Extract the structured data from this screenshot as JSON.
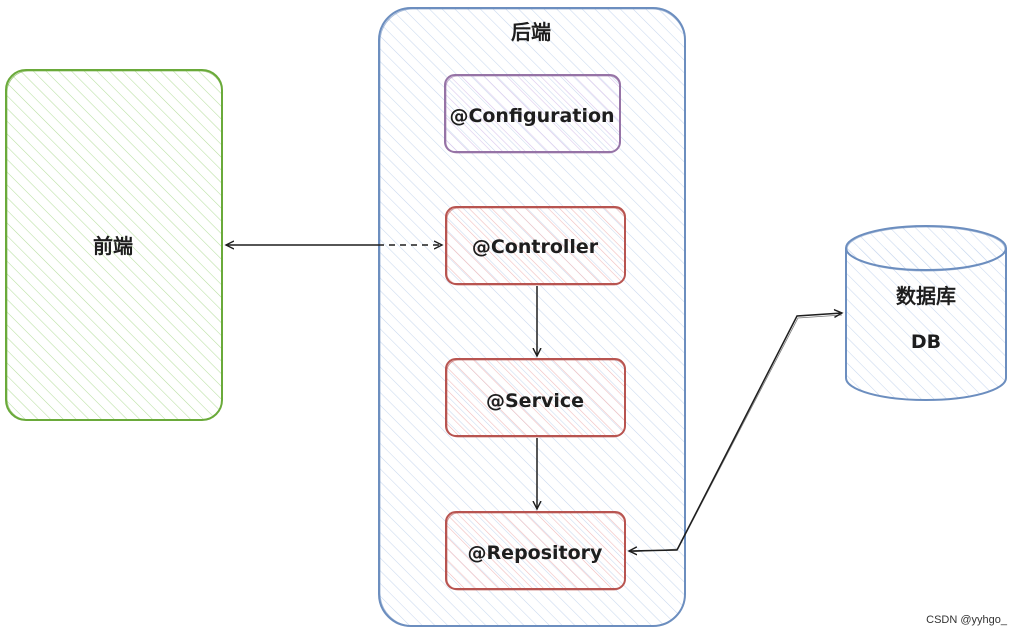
{
  "frontend": {
    "label": "前端"
  },
  "backend": {
    "title": "后端",
    "configuration": "@Configuration",
    "controller": "@Controller",
    "service": "@Service",
    "repository": "@Repository"
  },
  "database": {
    "title": "数据库",
    "name": "DB"
  },
  "watermark": "CSDN @yyhgo_",
  "colors": {
    "frontend": "#6aaa3a",
    "backend": "#6c8ebf",
    "configuration": "#9673a6",
    "component": "#b85450",
    "database": "#6c8ebf",
    "arrow": "#1e1e1e"
  }
}
